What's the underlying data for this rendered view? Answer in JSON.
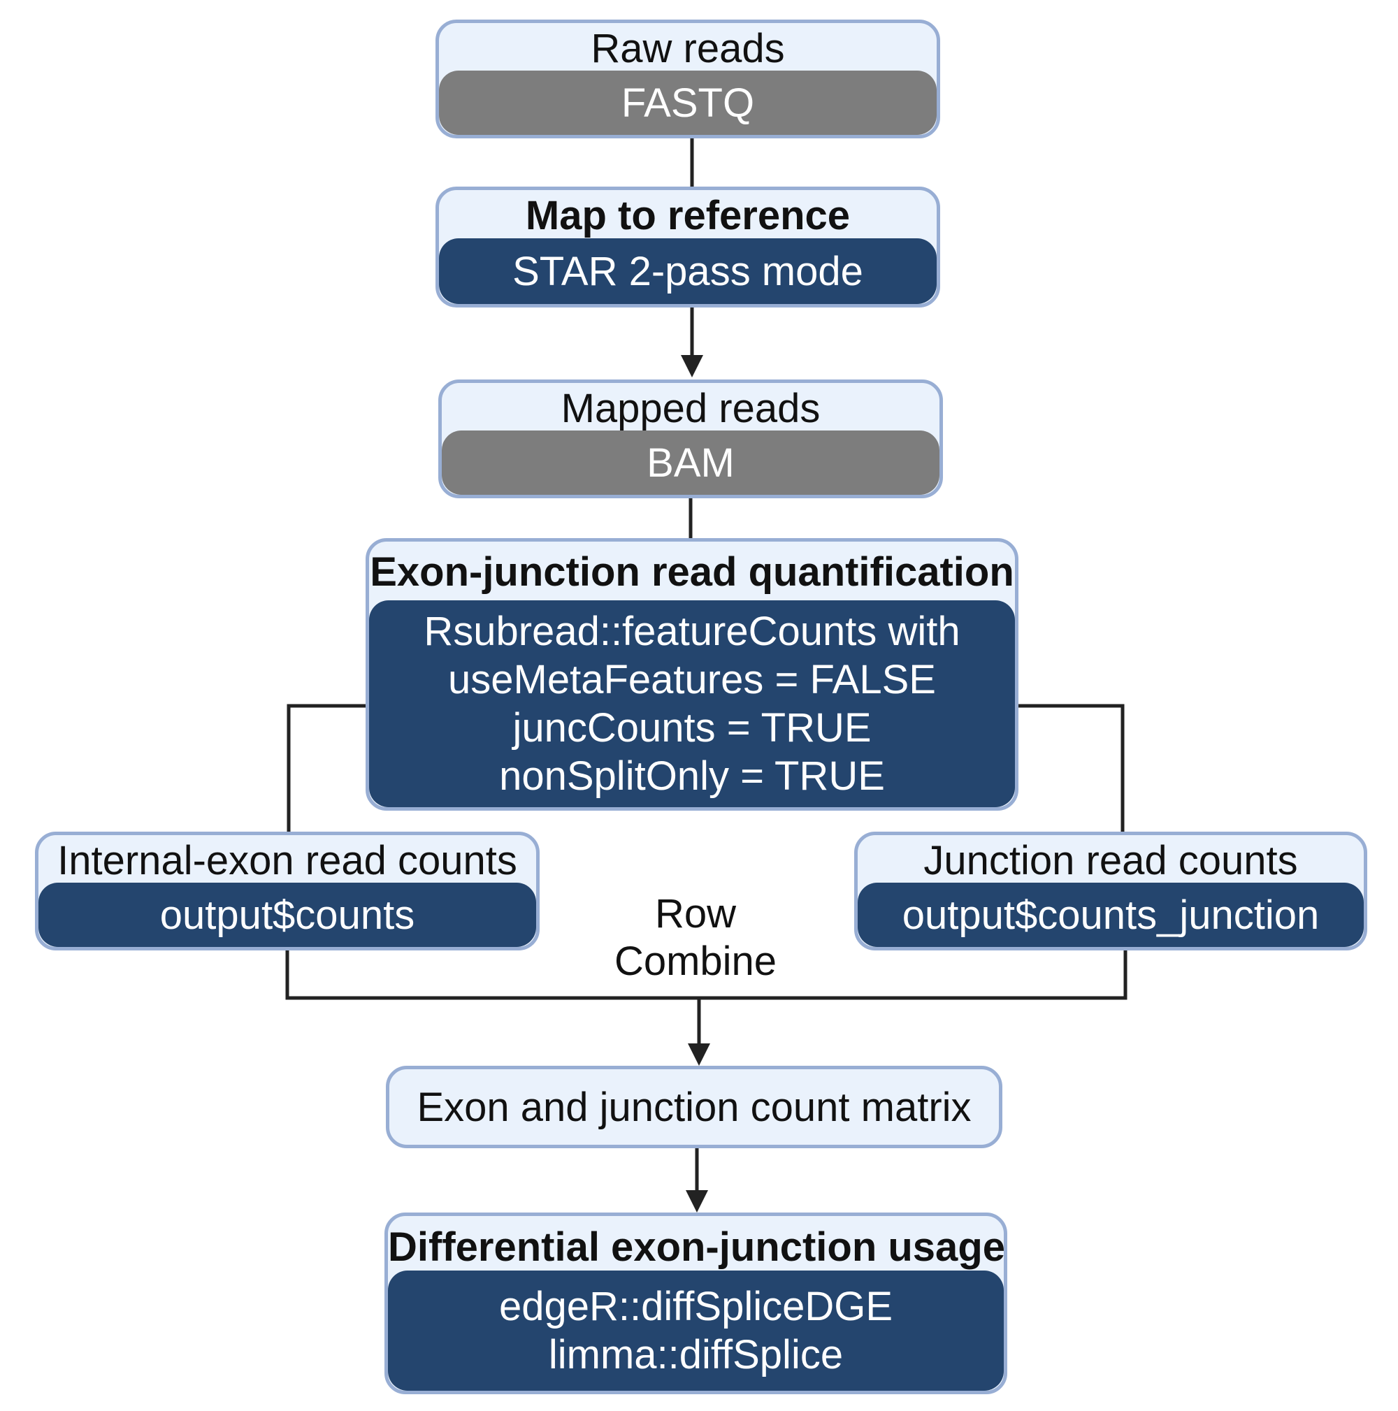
{
  "nodes": {
    "raw_reads": {
      "title": "Raw reads",
      "body": "FASTQ"
    },
    "map_reference": {
      "title": "Map to reference",
      "body": "STAR 2-pass mode"
    },
    "mapped_reads": {
      "title": "Mapped reads",
      "body": "BAM"
    },
    "quantification": {
      "title": "Exon-junction read quantification",
      "body": "Rsubread::featureCounts with\nuseMetaFeatures = FALSE\njuncCounts = TRUE\nnonSplitOnly = TRUE"
    },
    "internal_exon": {
      "title": "Internal-exon read counts",
      "body": "output$counts"
    },
    "junction_counts": {
      "title": "Junction read counts",
      "body": "output$counts_junction"
    },
    "count_matrix": {
      "title": "Exon and junction count matrix"
    },
    "differential_usage": {
      "title": "Differential exon-junction usage",
      "body": "edgeR::diffSpliceDGE\nlimma::diffSplice"
    }
  },
  "labels": {
    "row_combine_line1": "Row",
    "row_combine_line2": "Combine"
  },
  "colors": {
    "node_fill": "#eaf2fc",
    "node_border": "#98aed4",
    "gray_band": "#7d7d7d",
    "navy_band": "#24456e",
    "connector": "#222222"
  }
}
